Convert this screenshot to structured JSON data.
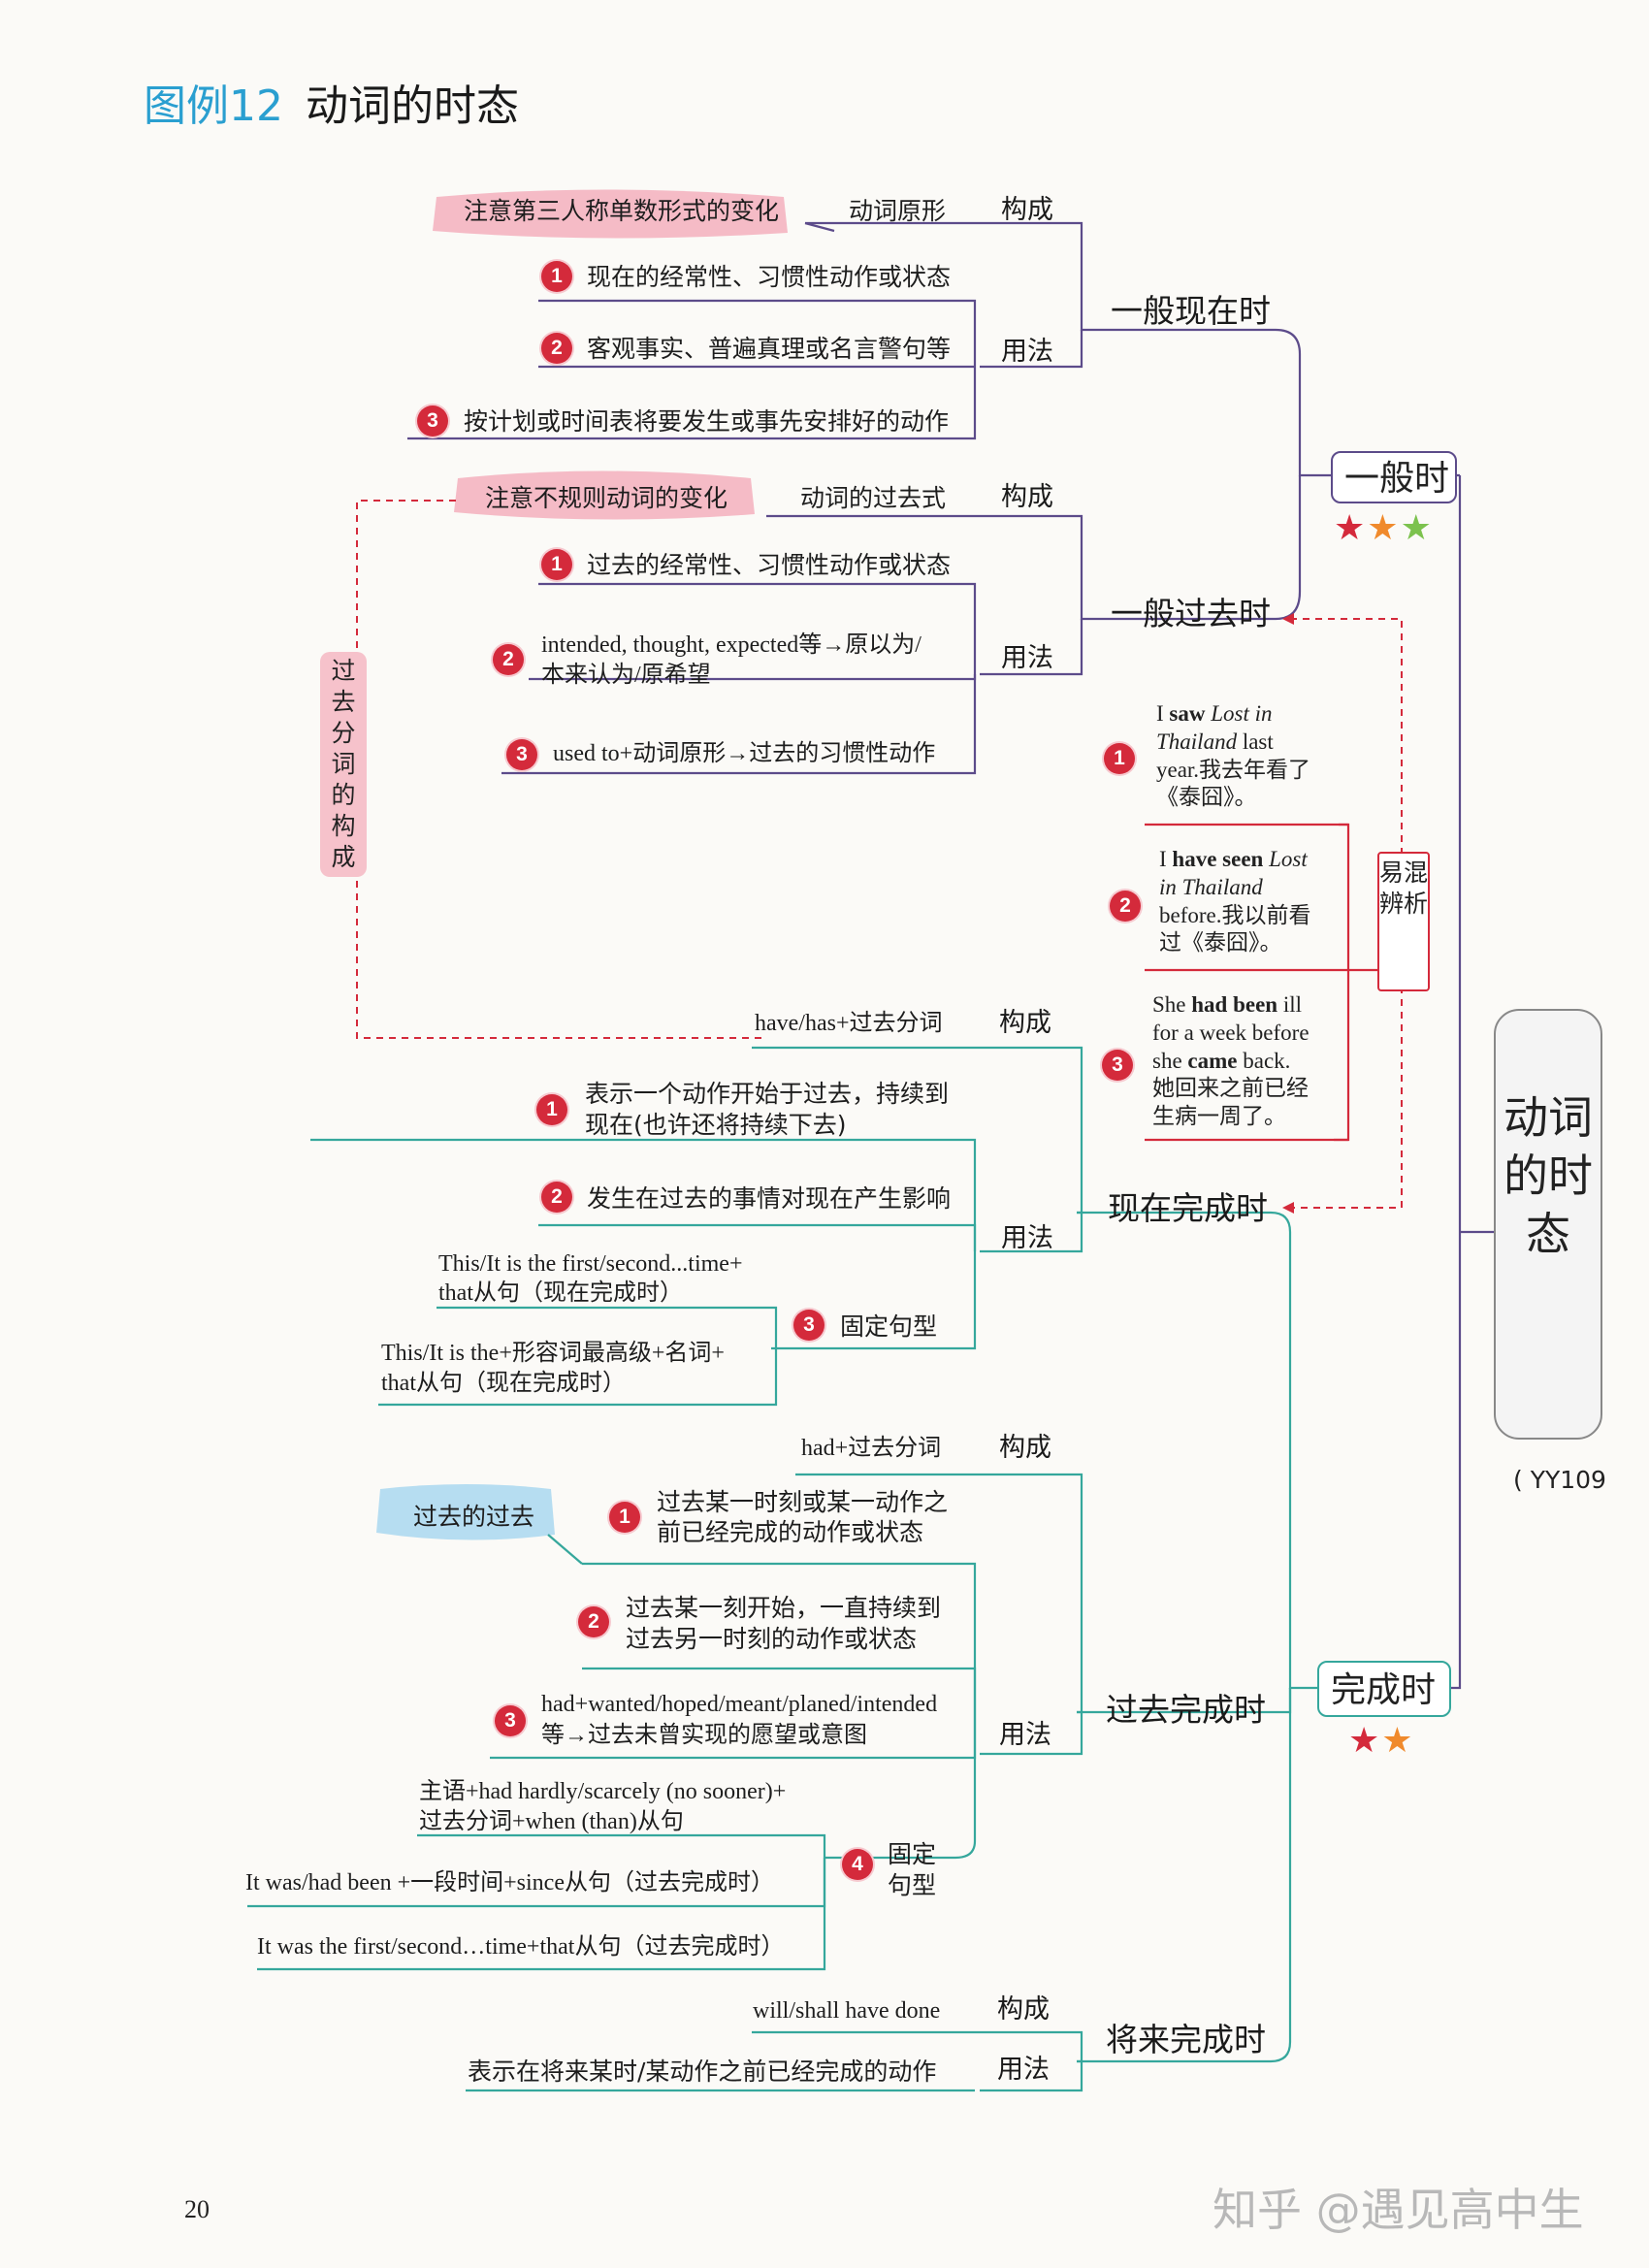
{
  "title": {
    "prefix": "图例12",
    "main": "动词的时态"
  },
  "root": {
    "label": "动词的时态",
    "code": "( YY109"
  },
  "group_general": {
    "label": "一般时"
  },
  "group_perfect": {
    "label": "完成时"
  },
  "simple_present": {
    "label": "一般现在时",
    "form_label": "构成",
    "form_value": "动词原形",
    "form_note": "注意第三人称单数形式的变化",
    "use_label": "用法",
    "uses": [
      "现在的经常性、习惯性动作或状态",
      "客观事实、普遍真理或名言警句等",
      "按计划或时间表将要发生或事先安排好的动作"
    ]
  },
  "simple_past": {
    "label": "一般过去时",
    "form_label": "构成",
    "form_value": "动词的过去式",
    "form_note": "注意不规则动词的变化",
    "use_label": "用法",
    "uses": [
      [
        "过去的经常性、习惯性动作或状态"
      ],
      [
        "intended, thought, expected等→原以为/",
        "本来认为/原希望"
      ],
      [
        "used to+动词原形→过去的习惯性动作"
      ]
    ]
  },
  "participle_side": {
    "label": "过去分词的构成"
  },
  "confusion": {
    "label": "易混辨析",
    "examples": [
      {
        "parts": [
          [
            "I ",
            "saw",
            " Lost in"
          ],
          [
            "Thailand",
            " last"
          ],
          [
            "year.我去年看了"
          ],
          [
            "《泰囧》。"
          ]
        ]
      },
      {
        "parts": [
          [
            "I ",
            "have seen",
            " Lost"
          ],
          [
            "in Thailand"
          ],
          [
            "before.我以前看"
          ],
          [
            "过《泰囧》。"
          ]
        ]
      },
      {
        "parts": [
          [
            "She ",
            "had been",
            " ill"
          ],
          [
            "for a week before"
          ],
          [
            "she ",
            "came",
            " back."
          ],
          [
            "她回来之前已经"
          ],
          [
            "生病一周了。"
          ]
        ]
      }
    ]
  },
  "present_perfect": {
    "label": "现在完成时",
    "form_label": "构成",
    "form_value": "have/has+过去分词",
    "use_label": "用法",
    "use1": [
      "表示一个动作开始于过去，持续到",
      "现在(也许还将持续下去)"
    ],
    "use2": "发生在过去的事情对现在产生影响",
    "use3": "固定句型",
    "pattern1": [
      "This/It is the first/second...time+",
      "that从句（现在完成时）"
    ],
    "pattern2": [
      "This/It is the+形容词最高级+名词+",
      "that从句（现在完成时）"
    ]
  },
  "past_perfect": {
    "label": "过去完成时",
    "form_label": "构成",
    "form_value": "had+过去分词",
    "use_label": "用法",
    "note": "过去的过去",
    "use1": [
      "过去某一时刻或某一动作之",
      "前已经完成的动作或状态"
    ],
    "use2": [
      "过去某一刻开始，一直持续到",
      "过去另一时刻的动作或状态"
    ],
    "use3": [
      "had+wanted/hoped/meant/planed/intended",
      "等→过去未曾实现的愿望或意图"
    ],
    "use4": [
      "固定",
      "句型"
    ],
    "pattern1": [
      "主语+had hardly/scarcely (no sooner)+",
      "过去分词+when (than)从句"
    ],
    "pattern2": "It was/had been +一段时间+since从句（过去完成时）",
    "pattern3": "It was the first/second…time+that从句（过去完成时）"
  },
  "future_perfect": {
    "label": "将来完成时",
    "form_label": "构成",
    "form_value": "will/shall have done",
    "use_label": "用法",
    "use_value": "表示在将来某时/某动作之前已经完成的动作"
  },
  "numbers": [
    "1",
    "2",
    "3",
    "4"
  ],
  "page_number": "20",
  "watermark": "知乎 @遇见高中生",
  "colors": {
    "title_blue": "#2a9fd0",
    "line_teal": "#35a79c",
    "line_purple": "#5c4b8a",
    "red_accent": "#d42a3b",
    "pink_highlight": "#f3a5b5",
    "blue_highlight": "#9fd3ef",
    "side_pink": "#f6c2cb"
  }
}
